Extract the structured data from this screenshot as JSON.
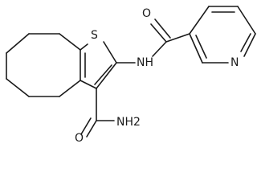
{
  "molecule": {
    "atom_labels": {
      "sulfur": "S",
      "carbonyl_oxygen_top": "O",
      "amide_nitrogen": "NH",
      "pyridine_nitrogen": "N",
      "carbonyl_oxygen_bottom": "O",
      "primary_amide": "NH2"
    }
  }
}
